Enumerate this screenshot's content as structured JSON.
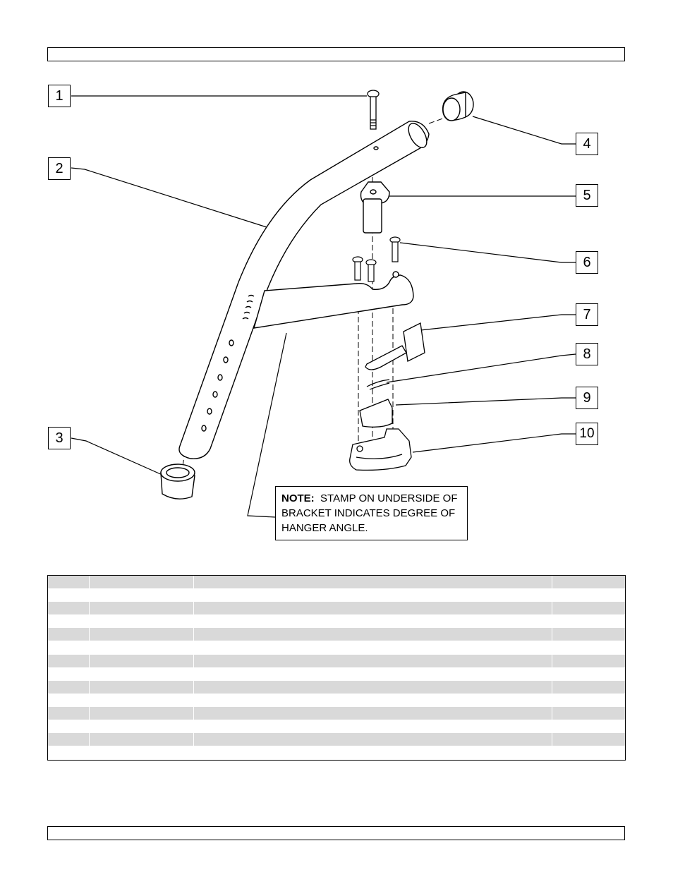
{
  "callouts": [
    "1",
    "2",
    "3",
    "4",
    "5",
    "6",
    "7",
    "8",
    "9",
    "10"
  ],
  "note": {
    "label": "NOTE:",
    "text": "STAMP ON UNDERSIDE OF BRACKET INDICATES DEGREE OF HANGER ANGLE."
  },
  "parts_table": {
    "row_count": 13,
    "shaded_rows": [
      0,
      2,
      4,
      6,
      8,
      10,
      12
    ]
  }
}
